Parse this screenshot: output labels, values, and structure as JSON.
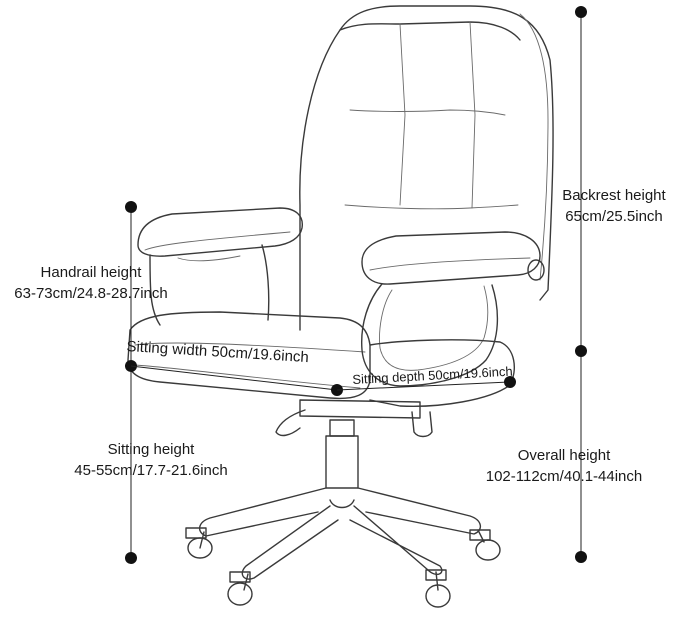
{
  "labels": {
    "backrest_height": {
      "name": "Backrest height",
      "value": "65cm/25.5inch"
    },
    "handrail_height": {
      "name": "Handrail height",
      "value": "63-73cm/24.8-28.7inch"
    },
    "sitting_width": "Sitting width 50cm/19.6inch",
    "sitting_depth": "Sitting depth 50cm/19.6inch",
    "sitting_height": {
      "name": "Sitting height",
      "value": "45-55cm/17.7-21.6inch"
    },
    "overall_height": {
      "name": "Overall height",
      "value": "102-112cm/40.1-44inch"
    }
  }
}
